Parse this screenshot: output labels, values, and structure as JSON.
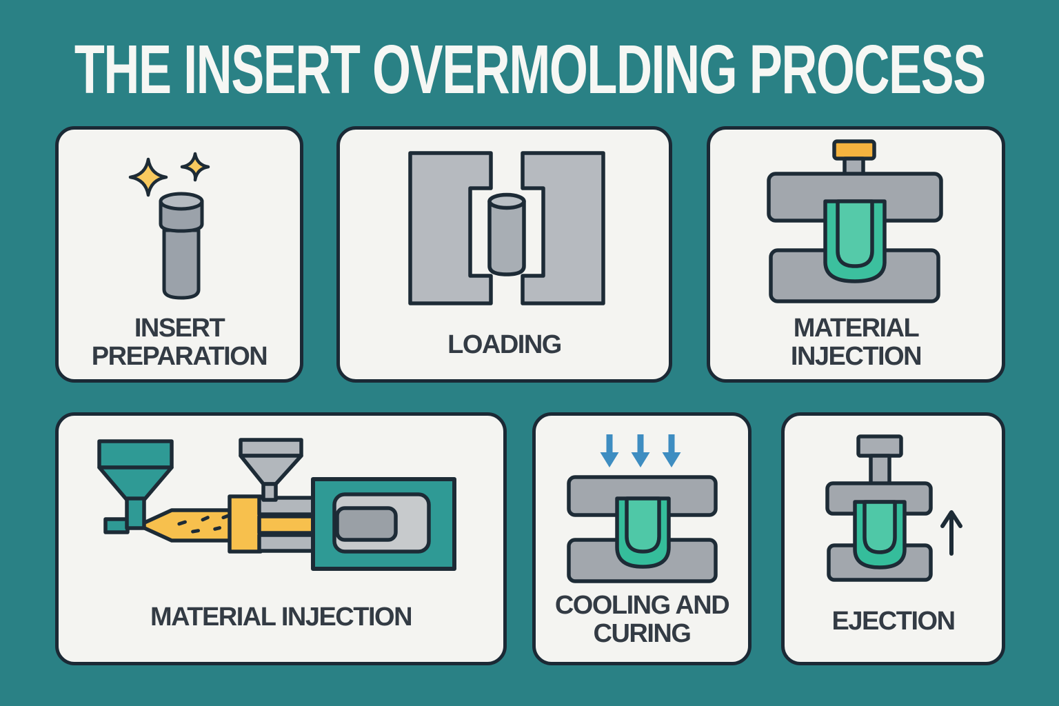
{
  "title": "THE INSERT OVERMOLDING PROCESS",
  "palette": {
    "background": "#2A8185",
    "card_background": "#F4F4F1",
    "card_border": "#1B2935",
    "outline": "#1D2B36",
    "label_text": "#333B44",
    "title_text": "#F6F7F4",
    "teal_machine": "#2F9A95",
    "green_part": "#35BD9B",
    "green_part_light": "#4FC8A7",
    "yellow": "#F7C04D",
    "orange": "#F5B33F",
    "gray_plate": "#A2A7AD",
    "gray_mold": "#B6BABF",
    "gray_light_panel": "#C7CACC",
    "gray_inset": "#9AA0A6",
    "blue_arrow": "#3E8DC1",
    "sparkle_yellow": "#F8C95E"
  },
  "cards": [
    {
      "id": "insert-preparation",
      "icon": "insert-cylinder-with-sparkles",
      "lines": [
        "INSERT",
        "PREPARATION"
      ]
    },
    {
      "id": "loading",
      "icon": "open-mold-halves-with-insert",
      "lines": [
        "LOADING"
      ]
    },
    {
      "id": "material-injection-mold",
      "icon": "closed-mold-with-injection-nozzle",
      "lines": [
        "MATERIAL",
        "INJECTION"
      ]
    },
    {
      "id": "material-injection-machine",
      "icon": "injection-molding-machine",
      "lines": [
        "MATERIAL INJECTION"
      ]
    },
    {
      "id": "cooling-and-curing",
      "icon": "mold-with-cooling-arrows",
      "lines": [
        "COOLING AND",
        "CURING"
      ]
    },
    {
      "id": "ejection",
      "icon": "mold-with-ejection-arrow",
      "lines": [
        "EJECTION"
      ]
    }
  ]
}
